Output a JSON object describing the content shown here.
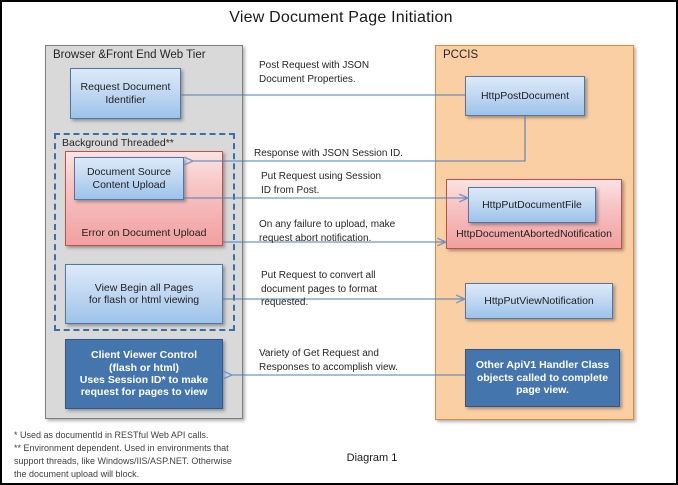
{
  "title": "View Document Page Initiation",
  "caption": "Diagram 1",
  "tiers": {
    "browser": {
      "label": "Browser &Front End Web Tier"
    },
    "pccis": {
      "label": "PCCIS"
    }
  },
  "groups": {
    "background_thread": {
      "label": "Background Threaded**"
    }
  },
  "client_boxes": {
    "request_document_identifier": "Request Document Identifier",
    "document_source_content_upload": "Document Source Content Upload",
    "error_on_document_upload": "Error on Document Upload",
    "view_begin_all_pages": "View Begin all Pages for flash or html viewing",
    "client_viewer_control": "Client Viewer Control (flash or html) Uses Session ID* to make request for pages to view"
  },
  "client_box_lines": {
    "request_document_identifier": [
      "Request Document",
      "Identifier"
    ],
    "document_source_content_upload": [
      "Document Source",
      "Content Upload"
    ],
    "view_begin_all_pages": [
      "View Begin all Pages",
      "for flash or html viewing"
    ],
    "client_viewer_control": [
      "Client Viewer Control",
      "(flash or html)",
      "Uses Session ID* to make",
      "request for pages to view"
    ]
  },
  "server_boxes": {
    "http_post_document": "HttpPostDocument",
    "http_put_document_file": "HttpPutDocumentFile",
    "http_document_aborted_notification": "HttpDocumentAbortedNotification",
    "http_put_view_notification": "HttpPutViewNotification",
    "other_apiv1_handler": "Other ApiV1 Handler  Class objects called to complete page view."
  },
  "server_box_lines": {
    "other_apiv1_handler": [
      "Other ApiV1 Handler  Class",
      "objects called to complete",
      "page view."
    ]
  },
  "notes": {
    "post_request": [
      "Post  Request with JSON",
      "Document Properties."
    ],
    "response_session": [
      "Response  with JSON  Session ID."
    ],
    "put_request_session": [
      "Put Request using Session",
      "ID from Post."
    ],
    "failure_abort": [
      "On any failure to upload, make",
      "request abort notification."
    ],
    "convert_pages": [
      "Put Request to convert all",
      "document pages to format",
      "requested."
    ],
    "variety_get": [
      "Variety of Get Request and",
      "Responses to accomplish view."
    ]
  },
  "footnotes": [
    "* Used as documentId in RESTful Web API calls.",
    "** Environment dependent. Used in environments that",
    "support threads, like Windows/IIS/ASP.NET. Otherwise",
    "the document upload will block."
  ],
  "colors": {
    "browser_tier_bg": "#d9d9d9",
    "pccis_tier_bg": "#fbcfa4",
    "pccis_tier_border": "#e08a36",
    "box_blue_border": "#4d78a8",
    "box_red_border": "#c0504d",
    "box_solid_blue": "#4575ad",
    "connector": "#4a7ebb",
    "dashed_group": "#3a6ea5"
  }
}
